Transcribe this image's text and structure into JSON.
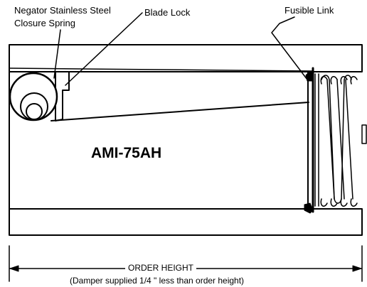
{
  "labels": {
    "spring": "Negator Stainless Steel",
    "spring_line2": "Closure Spring",
    "blade_lock": "Blade Lock",
    "fusible_link": "Fusible Link",
    "model": "AMI-75AH"
  },
  "dimension": {
    "label": "ORDER HEIGHT",
    "note": "(Damper supplied 1/4 \" less than order height)"
  },
  "colors": {
    "stroke": "#000000",
    "background": "#ffffff",
    "shading": "#bfbfbf"
  }
}
